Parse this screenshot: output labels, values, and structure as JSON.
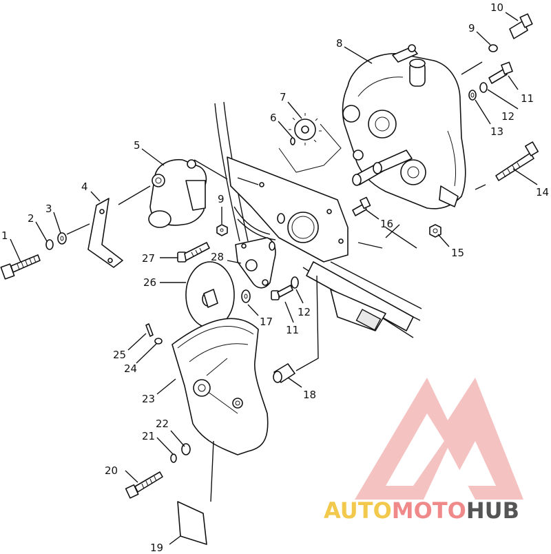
{
  "callouts": [
    {
      "id": "1",
      "text": "1"
    },
    {
      "id": "2",
      "text": "2"
    },
    {
      "id": "3",
      "text": "3"
    },
    {
      "id": "4",
      "text": "4"
    },
    {
      "id": "5",
      "text": "5"
    },
    {
      "id": "6",
      "text": "6"
    },
    {
      "id": "7",
      "text": "7"
    },
    {
      "id": "8",
      "text": "8"
    },
    {
      "id": "9a",
      "text": "9"
    },
    {
      "id": "9b",
      "text": "9"
    },
    {
      "id": "10",
      "text": "10"
    },
    {
      "id": "11a",
      "text": "11"
    },
    {
      "id": "11b",
      "text": "11"
    },
    {
      "id": "12a",
      "text": "12"
    },
    {
      "id": "12b",
      "text": "12"
    },
    {
      "id": "13",
      "text": "13"
    },
    {
      "id": "14",
      "text": "14"
    },
    {
      "id": "15",
      "text": "15"
    },
    {
      "id": "16",
      "text": "16"
    },
    {
      "id": "17",
      "text": "17"
    },
    {
      "id": "18",
      "text": "18"
    },
    {
      "id": "19",
      "text": "19"
    },
    {
      "id": "20",
      "text": "20"
    },
    {
      "id": "21",
      "text": "21"
    },
    {
      "id": "22",
      "text": "22"
    },
    {
      "id": "23",
      "text": "23"
    },
    {
      "id": "24",
      "text": "24"
    },
    {
      "id": "25",
      "text": "25"
    },
    {
      "id": "26",
      "text": "26"
    },
    {
      "id": "27",
      "text": "27"
    },
    {
      "id": "28",
      "text": "28"
    }
  ],
  "watermark": {
    "part1": "AUTO",
    "part2": "MOTO",
    "part3": "HUB",
    "color_auto": "#f2c94c",
    "color_moto": "#f08a8a",
    "color_hub": "#555555",
    "logo_color": "#f4b0b0"
  }
}
